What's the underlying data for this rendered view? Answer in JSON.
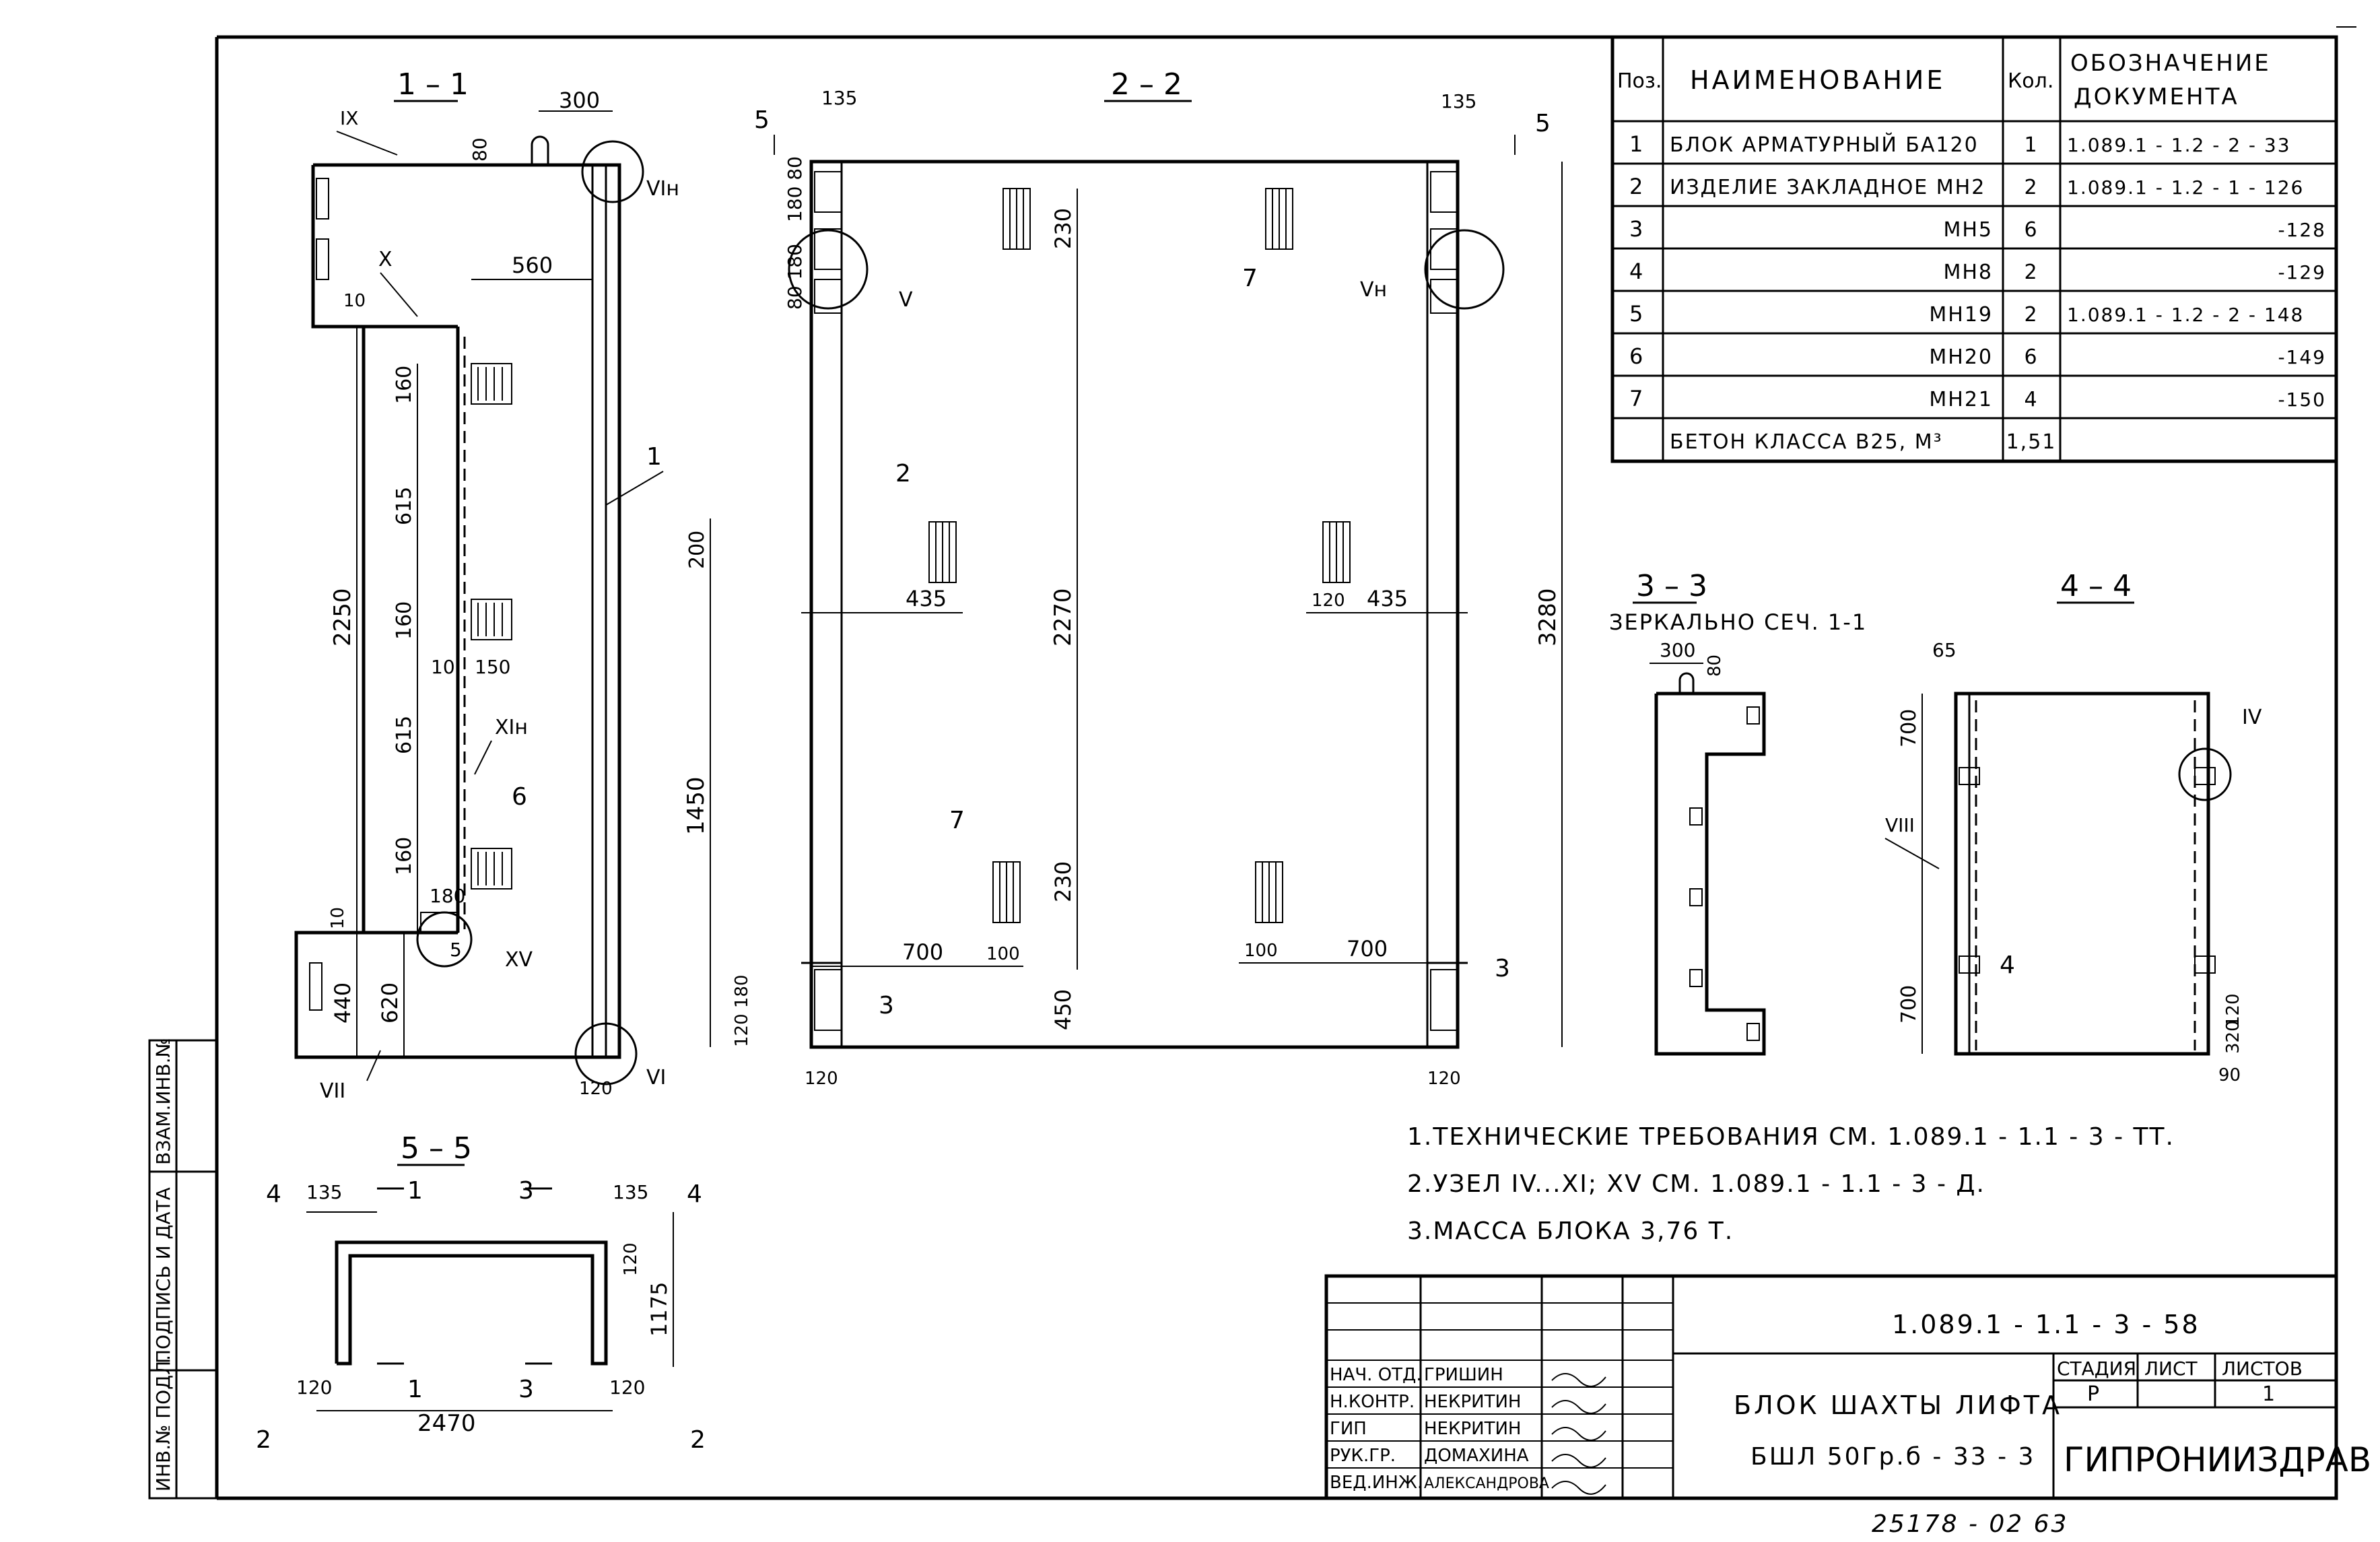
{
  "sections": {
    "s11": {
      "title": "1 – 1",
      "dims": {
        "top300": "300",
        "d80": "80",
        "d560": "560",
        "d10a": "10",
        "d160a": "160",
        "d615a": "615",
        "d2250": "2250",
        "d160b": "160",
        "d10b": "10",
        "d150": "150",
        "d615b": "615",
        "d160c": "160",
        "d180": "180",
        "d10c": "10",
        "d440": "440",
        "d620": "620",
        "d120": "120"
      },
      "nodes": {
        "IX": "IX",
        "VIn": "VIн",
        "X": "X",
        "XIn": "XIн",
        "XV": "XV",
        "VII": "VII",
        "VI": "VI"
      },
      "pos": {
        "p1": "1",
        "p6": "6",
        "p5": "5"
      }
    },
    "s22": {
      "title": "2 – 2",
      "dims": {
        "l135": "135",
        "r135": "135",
        "d180_80": "180 80",
        "d80_180": "80 180",
        "d230a": "230",
        "d200": "200",
        "d2270": "2270",
        "d3280": "3280",
        "d1450": "1450",
        "d435a": "435",
        "d120a": "120",
        "d435b": "435",
        "d120b": "120",
        "d230b": "230",
        "d700a": "700",
        "d100a": "100",
        "d100b": "100",
        "d700b": "700",
        "d450": "450",
        "d120_180": "120 180",
        "b120a": "120",
        "b120b": "120"
      },
      "nodes": {
        "V": "V",
        "Vn": "Vн"
      },
      "pos": {
        "p7a": "7",
        "p2": "2",
        "p7b": "7",
        "p3a": "3",
        "p3b": "3"
      },
      "cuts": {
        "c5a": "5",
        "c5b": "5"
      }
    },
    "s33": {
      "title": "3 – 3",
      "subtitle": "ЗЕРКАЛЬНО СЕЧ. 1-1",
      "dims": {
        "d300": "300",
        "d80": "80"
      }
    },
    "s44": {
      "title": "4 – 4",
      "dims": {
        "d65": "65",
        "d700a": "700",
        "d700b": "700",
        "d120": "120",
        "d320": "320",
        "d90": "90"
      },
      "nodes": {
        "IV": "IV",
        "VIII": "VIII"
      },
      "pos": {
        "p4": "4"
      }
    },
    "s55": {
      "title": "5 – 5",
      "dims": {
        "l135": "135",
        "r135": "135",
        "d120v": "120",
        "d1175": "1175",
        "l120": "120",
        "d2470": "2470",
        "r120": "120"
      },
      "cuts": {
        "c1a": "1",
        "c3a": "3",
        "c1b": "1",
        "c3b": "3",
        "c4a": "4",
        "c4b": "4",
        "c2a": "2",
        "c2b": "2"
      }
    }
  },
  "spec_table": {
    "headers": {
      "pos": "Поз.",
      "name": "НАИМЕНОВАНИЕ",
      "qty": "Кол.",
      "doc_line1": "ОБОЗНАЧЕНИЕ",
      "doc_line2": "ДОКУМЕНТА"
    },
    "rows": [
      {
        "pos": "1",
        "name": "БЛОК АРМАТУРНЫЙ БА120",
        "qty": "1",
        "doc": "1.089.1 - 1.2 - 2 - 33"
      },
      {
        "pos": "2",
        "name": "ИЗДЕЛИЕ ЗАКЛАДНОЕ МН2",
        "qty": "2",
        "doc": "1.089.1 - 1.2 - 1 - 126"
      },
      {
        "pos": "3",
        "name": "МН5",
        "qty": "6",
        "doc": "-128"
      },
      {
        "pos": "4",
        "name": "МН8",
        "qty": "2",
        "doc": "-129"
      },
      {
        "pos": "5",
        "name": "МН19",
        "qty": "2",
        "doc": "1.089.1 - 1.2 - 2 - 148"
      },
      {
        "pos": "6",
        "name": "МН20",
        "qty": "6",
        "doc": "-149"
      },
      {
        "pos": "7",
        "name": "МН21",
        "qty": "4",
        "doc": "-150"
      },
      {
        "pos": "",
        "name": "БЕТОН КЛАССА В25, М³",
        "qty": "1,51",
        "doc": ""
      }
    ]
  },
  "notes": [
    "1.ТЕХНИЧЕСКИЕ ТРЕБОВАНИЯ СМ. 1.089.1 - 1.1 - 3 - ТТ.",
    "2.УЗЕЛ IV...XI; XV СМ. 1.089.1 - 1.1 - 3 - Д.",
    "3.МАССА БЛОКА 3,76 Т."
  ],
  "title_block": {
    "code": "1.089.1 - 1.1 - 3 - 58",
    "title_line1": "БЛОК ШАХТЫ ЛИФТА",
    "title_line2": "БШЛ 50Гр.б - 33 - 3",
    "stage_label": "СТАДИЯ",
    "sheet_label": "ЛИСТ",
    "sheets_label": "ЛИСТОВ",
    "stage": "Р",
    "sheets": "1",
    "org": "ГИПРОНИИЗДРАВ",
    "roles": [
      {
        "role": "НАЧ. ОТД.",
        "name": "ГРИШИН"
      },
      {
        "role": "Н.КОНТР.",
        "name": "НЕКРИТИН"
      },
      {
        "role": "ГИП",
        "name": "НЕКРИТИН"
      },
      {
        "role": "РУК.ГР.",
        "name": "ДОМАХИНА"
      },
      {
        "role": "ВЕД.ИНЖ.",
        "name": "АЛЕКСАНДРОВА"
      }
    ]
  },
  "side_stamp": {
    "inv_podl": "ИНВ.№ ПОДЛ.",
    "sign_date": "ПОДПИСЬ И ДАТА",
    "vzam": "ВЗАМ.ИНВ.№"
  },
  "footer": "25178 - 02   63"
}
